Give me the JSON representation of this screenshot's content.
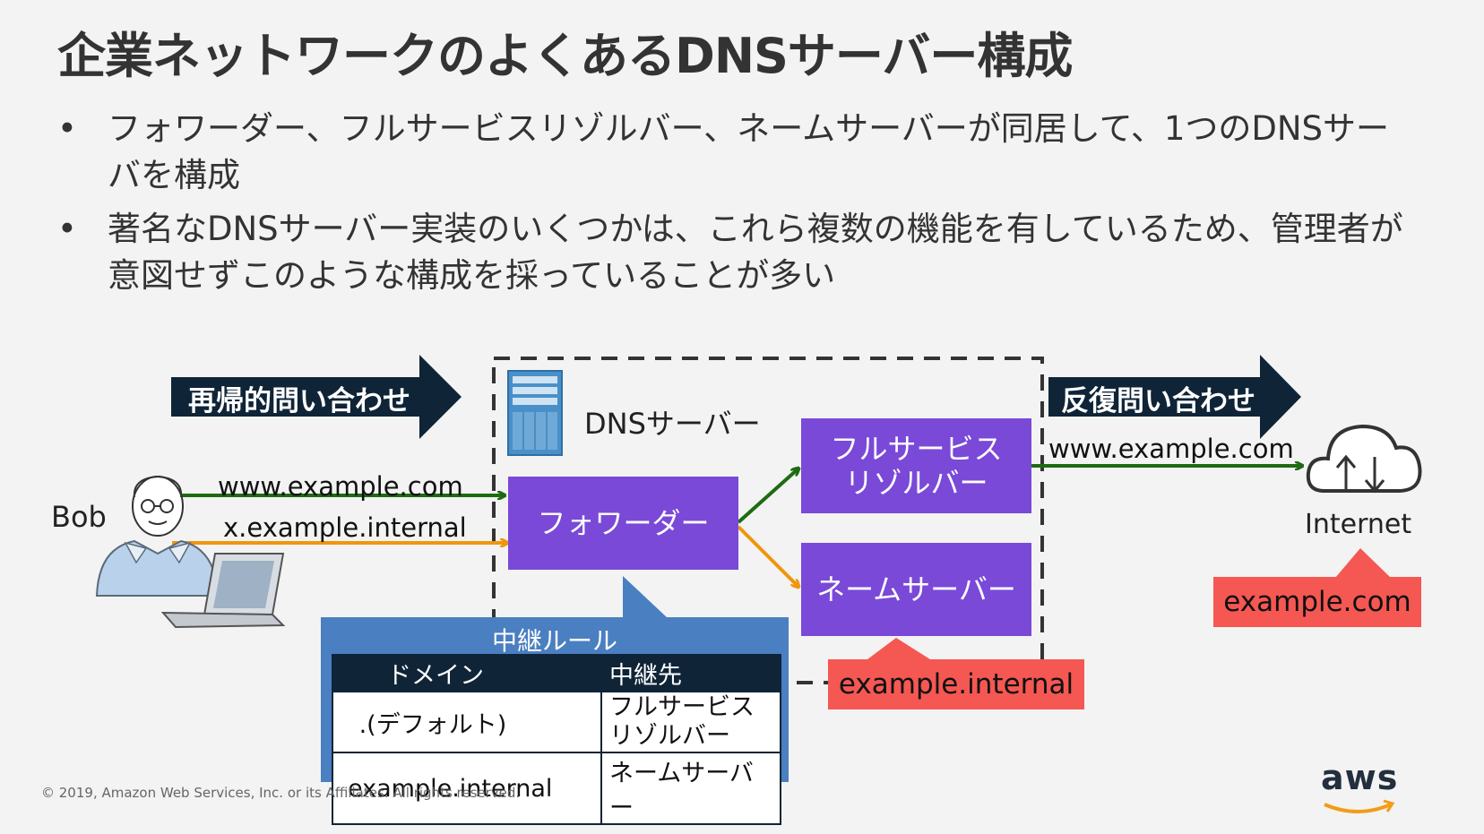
{
  "title": "企業ネットワークのよくあるDNSサーバー構成",
  "bullets": [
    "フォワーダー、フルサービスリゾルバー、ネームサーバーが同居して、1つのDNSサーバを構成",
    "著名なDNSサーバー実装のいくつかは、これら複数の機能を有しているため、管理者が意図せずこのような構成を採っていることが多い"
  ],
  "bullet_marker": "•",
  "diagram": {
    "recursive_label": "再帰的問い合わせ",
    "iterative_label": "反復問い合わせ",
    "dns_server_label": "DNSサーバー",
    "user_label": "Bob",
    "query_www": "www.example.com",
    "query_internal": "x.example.internal",
    "forwarder": "フォワーダー",
    "full_resolver_line1": "フルサービス",
    "full_resolver_line2": "リゾルバー",
    "name_server": "ネームサーバー",
    "internal_zone": "example.internal",
    "iterative_query": "www.example.com",
    "internet_label": "Internet",
    "internet_zone": "example.com",
    "relay_rules": {
      "title": "中継ルール",
      "headers": [
        "ドメイン",
        "中継先"
      ],
      "rows": [
        [
          " .(デフォルト)",
          "フルサービス\nリゾルバー"
        ],
        [
          "example.internal",
          "ネームサーバー"
        ]
      ]
    }
  },
  "colors": {
    "navy": "#0f2437",
    "purple": "#7a49d8",
    "red": "#f55752",
    "green_line": "#1e6b12",
    "orange_line": "#f0960e",
    "rule_blue": "#4a7fc1"
  },
  "footer": {
    "copyright": "© 2019, Amazon Web Services, Inc. or its Affiliates. All rights reserved.",
    "logo_text": "aws"
  }
}
